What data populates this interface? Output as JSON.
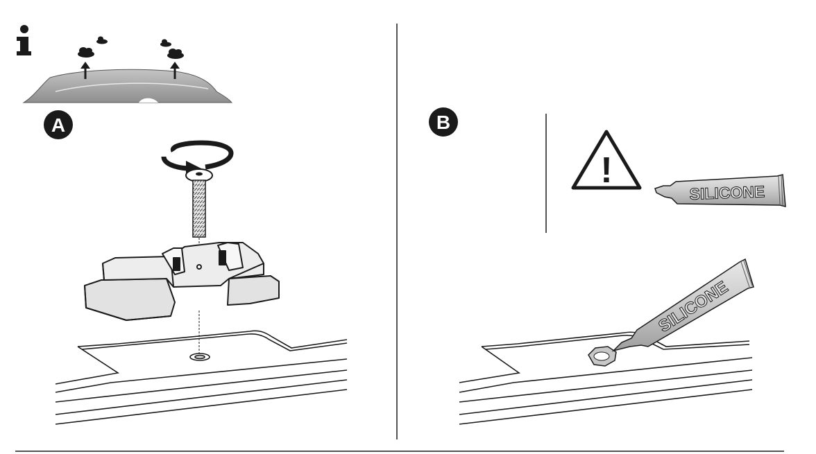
{
  "info_icon": {
    "glyph": "i"
  },
  "panel_a": {
    "badge": "A"
  },
  "panel_b": {
    "badge": "B"
  },
  "warning": {
    "symbol": "!"
  },
  "tube_small": {
    "label": "SILICONE"
  },
  "tube_applied": {
    "label": "SILICONE"
  },
  "colors": {
    "ink": "#1a1a1a",
    "roof_gray": "#a9a9a9",
    "badge_fill": "#1a1a1a",
    "badge_text": "#ffffff",
    "tube_gray": "#cfcfcf"
  }
}
